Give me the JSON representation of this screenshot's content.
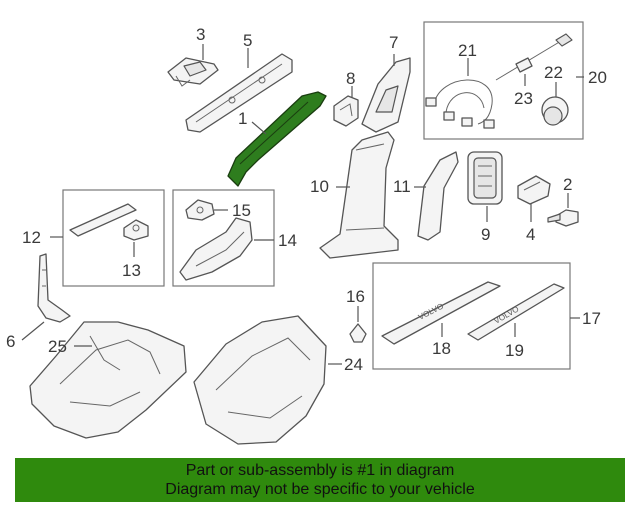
{
  "callouts": {
    "c1": "1",
    "c2": "2",
    "c3": "3",
    "c4": "4",
    "c5": "5",
    "c6": "6",
    "c7": "7",
    "c8": "8",
    "c9": "9",
    "c10": "10",
    "c11": "11",
    "c12": "12",
    "c13": "13",
    "c14": "14",
    "c15": "15",
    "c16": "16",
    "c17": "17",
    "c18": "18",
    "c19": "19",
    "c20": "20",
    "c21": "21",
    "c22": "22",
    "c23": "23",
    "c24": "24",
    "c25": "25"
  },
  "sill_lettering": "VOLVO",
  "highlight_color": "#2e7d1e",
  "banner": {
    "line1": "Part or sub-assembly is #1 in diagram",
    "line2": "Diagram may not be specific to your vehicle",
    "color": "#2f8a0d"
  }
}
